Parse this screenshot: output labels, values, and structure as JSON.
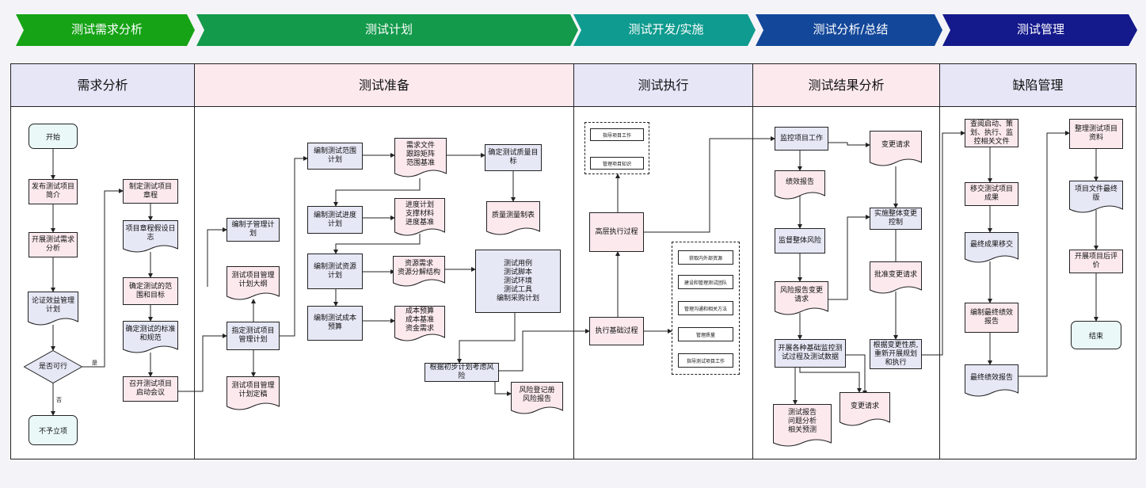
{
  "stages": [
    "测试需求分析",
    "测试计划",
    "测试开发/实施",
    "测试分析/总结",
    "测试管理"
  ],
  "stage_colors": [
    "#16a316",
    "#139a4b",
    "#0f9b8f",
    "#13479a",
    "#14198c"
  ],
  "lanes": [
    "需求分析",
    "测试准备",
    "测试执行",
    "测试结果分析",
    "缺陷管理"
  ],
  "lane_colors": [
    "#e6e6f7",
    "#fbe9ee",
    "#e6e6f7",
    "#fbe9ee",
    "#e6e6f7"
  ],
  "req": {
    "start": "开始",
    "publish": "发布测试项目简介",
    "carry": "开展测试需求分析",
    "demo": "论证效益管理计划",
    "decision": "是否可行",
    "yes": "是",
    "no": "否",
    "reject": "不予立项",
    "charter": "制定测试项目章程",
    "log": "项目章程假设日志",
    "scope_goal": "确定测试的范围和目标",
    "standard": "确定测试的标准和规范",
    "kickoff": "召开测试项目启动会议"
  },
  "prep": {
    "sub": "编制子管理计划",
    "outline": "测试项目管理计划大纲",
    "mgmt": "指定测试项目管理计划",
    "final": "测试项目管理计划定稿",
    "scope": "编制测试范围计划",
    "scope_doc": [
      "需求文件",
      "跟踪矩阵",
      "范围基准"
    ],
    "quality": "确定测试质量目标",
    "quality_tbl": "质量测量制表",
    "sched": "编制测试进度计划",
    "sched_doc": [
      "进度计划",
      "支撑材料",
      "进度基准"
    ],
    "res": "编制测试资源计划",
    "res_doc": [
      "资源需求",
      "资源分解结构"
    ],
    "cost": "编制测试成本预算",
    "cost_doc": [
      "成本预算",
      "成本基准",
      "资金需求"
    ],
    "big": [
      "测试用例",
      "测试脚本",
      "测试环境",
      "测试工具",
      "编制采购计划"
    ],
    "risk": "根据初步计划考虑风险",
    "risk_doc": [
      "风险登记册",
      "风险报告"
    ]
  },
  "exec": {
    "guide": "指导项目工作",
    "knowledge": "管理项目知识",
    "high": "高层执行过程",
    "base": "执行基础过程",
    "items": [
      "获取内外部资源",
      "建设和管理测试团队",
      "管理沟通和相关方法",
      "管理质量",
      "指导测试项目工作"
    ]
  },
  "result": {
    "monitor": "监控项目工作",
    "perf": "绩效报告",
    "risk": "监督整体风险",
    "risk_rep": "风险报告变更请求",
    "carry": "开展各种基础监控测试过程及测试数据",
    "report": [
      "测试报告",
      "问题分析",
      "相关预测"
    ],
    "change1": "变更请求",
    "integ": "实施整体变更控制",
    "approve": "批准变更请求",
    "replan": "根据变更性质,重新开展规划和执行",
    "change2": "变更请求"
  },
  "defect": {
    "review": "查阅启动、策划、执行、监控相关文件",
    "transfer": "移交测试项目成果",
    "final_transfer": "最终成果移交",
    "perf_rep": "编制最终绩效报告",
    "final_perf": "最终绩效报告",
    "organize": "整理测试项目资料",
    "final_ver": "项目文件最终版",
    "post": "开展项目后评价",
    "end": "结束"
  }
}
